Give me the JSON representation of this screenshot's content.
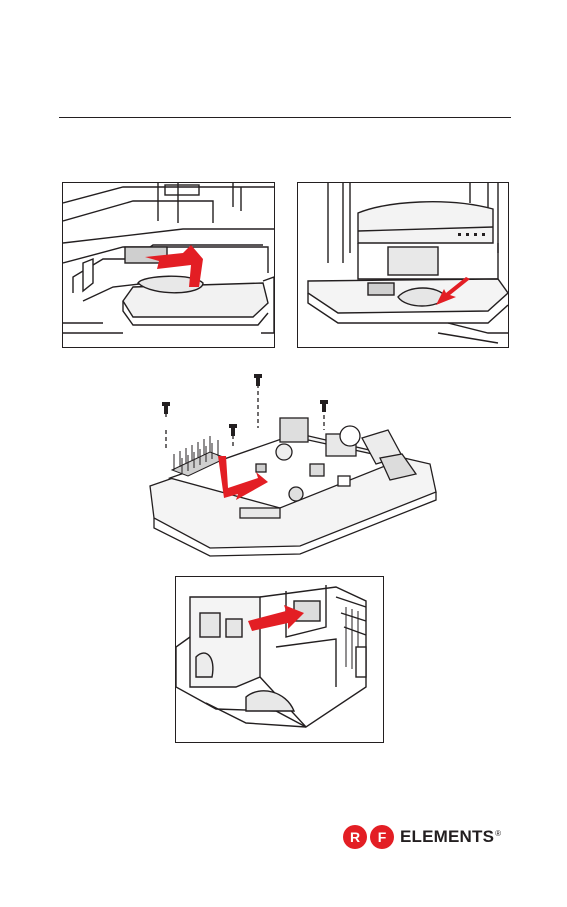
{
  "logo": {
    "letter_left": "R",
    "letter_right": "F",
    "word": "ELEMENTS",
    "reg_mark": "®",
    "brand_red": "#e31e24"
  },
  "colors": {
    "line": "#231f20",
    "arrow": "#e31e24",
    "shade": "#d9d9d9"
  }
}
